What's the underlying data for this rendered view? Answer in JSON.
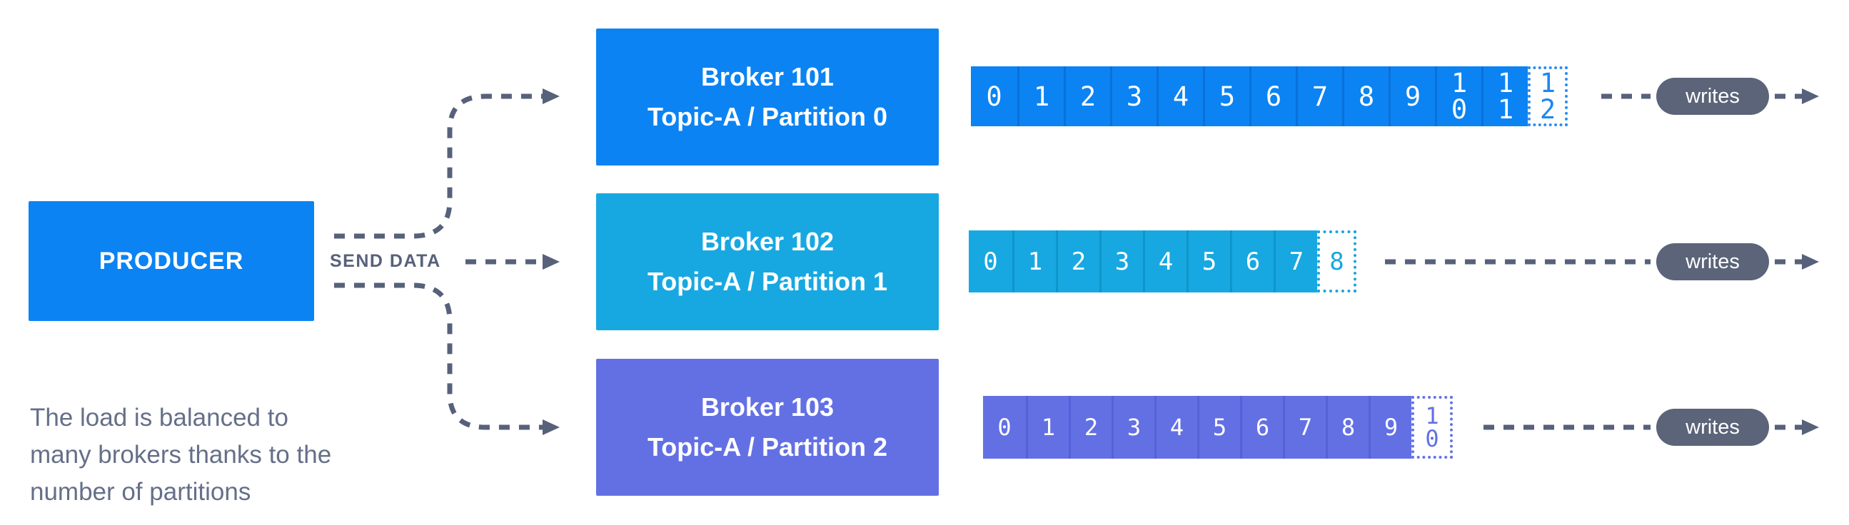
{
  "producer": {
    "label": "PRODUCER"
  },
  "send_data_label": "SEND DATA",
  "writes_label": "writes",
  "brokers": [
    {
      "name": "Broker 101",
      "topic": "Topic-A / Partition 0",
      "cells": [
        "0",
        "1",
        "2",
        "3",
        "4",
        "5",
        "6",
        "7",
        "8",
        "9",
        "10",
        "11"
      ],
      "next_offset": "12"
    },
    {
      "name": "Broker 102",
      "topic": "Topic-A / Partition 1",
      "cells": [
        "0",
        "1",
        "2",
        "3",
        "4",
        "5",
        "6",
        "7"
      ],
      "next_offset": "8"
    },
    {
      "name": "Broker 103",
      "topic": "Topic-A / Partition 2",
      "cells": [
        "0",
        "1",
        "2",
        "3",
        "4",
        "5",
        "6",
        "7",
        "8",
        "9"
      ],
      "next_offset": "10"
    }
  ],
  "note": {
    "lines": [
      "The load is balanced to",
      "many brokers thanks to the",
      "number of partitions"
    ]
  },
  "colors": {
    "blue": "#0b83f3",
    "cyan": "#18a8e1",
    "purple": "#6370e4",
    "slate": "#57617a",
    "pill": "#5b6478",
    "note": "#656f88"
  }
}
